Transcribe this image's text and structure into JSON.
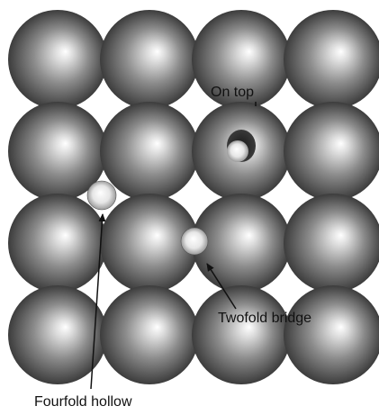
{
  "labels": {
    "on_top": "On top",
    "twofold_bridge": "Twofold bridge",
    "fourfold_hollow": "Fourfold hollow"
  },
  "colors": {
    "substrate_atom_highlight": "#ffffff",
    "substrate_atom_mid": "#8c8c8c",
    "substrate_atom_edge": "#3c3c3c",
    "adsorbate_atom": "#f2f2f2",
    "arrow": "#111111"
  },
  "lattice": {
    "rows": 4,
    "columns": 4,
    "structure": "square surface lattice"
  },
  "adsorption_sites": [
    {
      "name": "on-top",
      "label_key": "on_top"
    },
    {
      "name": "twofold-bridge",
      "label_key": "twofold_bridge"
    },
    {
      "name": "fourfold-hollow",
      "label_key": "fourfold_hollow"
    }
  ]
}
